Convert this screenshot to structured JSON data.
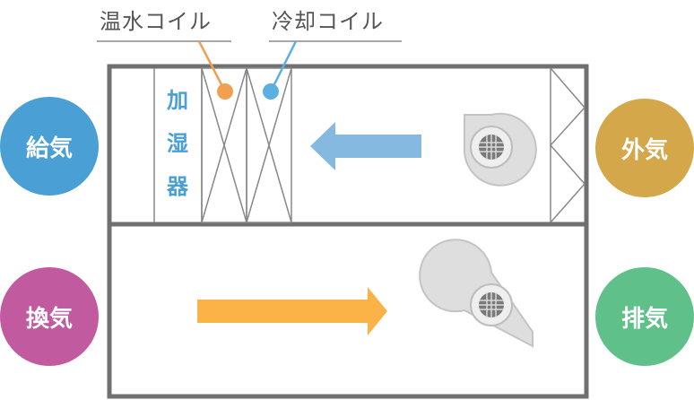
{
  "labels": {
    "hot_coil": "温水コイル",
    "cold_coil": "冷却コイル",
    "humidifier": [
      "加",
      "湿",
      "器"
    ]
  },
  "circles": {
    "supply": "給気",
    "outside": "外気",
    "ventilation": "換気",
    "exhaust": "排気"
  },
  "colors": {
    "frame": "#707070",
    "hot_coil": "#f0a050",
    "cold_coil": "#5ab0e0",
    "supply": "#4a9fd4",
    "outside": "#d4a84a",
    "ventilation": "#c25aa0",
    "exhaust": "#5fc08a",
    "arrow_supply": "#86b9e0",
    "arrow_exhaust": "#fbb347",
    "humidifier_text": "#4a9fd4"
  },
  "icons": {
    "upper_fan": "fan-icon",
    "lower_fan": "fan-icon",
    "filter": "filter-icon",
    "supply_arrow": "arrow-left-icon",
    "exhaust_arrow": "arrow-right-icon"
  }
}
